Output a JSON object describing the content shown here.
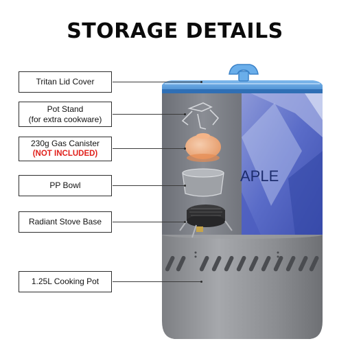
{
  "title": "STORAGE DETAILS",
  "labels": [
    {
      "lines": [
        "Tritan Lid Cover"
      ]
    },
    {
      "lines": [
        "Pot Stand",
        "(for extra cookware)"
      ]
    },
    {
      "lines": [
        "230g Gas Canister",
        "(NOT INCLUDED)"
      ]
    },
    {
      "lines": [
        "PP Bowl"
      ]
    },
    {
      "lines": [
        "Radiant Stove Base"
      ]
    },
    {
      "lines": [
        "1.25L Cooking Pot"
      ]
    }
  ],
  "sleeve_text": "APLE",
  "colors": {
    "warning": "#e0201b",
    "lid": "#4a95d8",
    "sleeve": "#5566c4",
    "pot": "#8d8f93"
  }
}
